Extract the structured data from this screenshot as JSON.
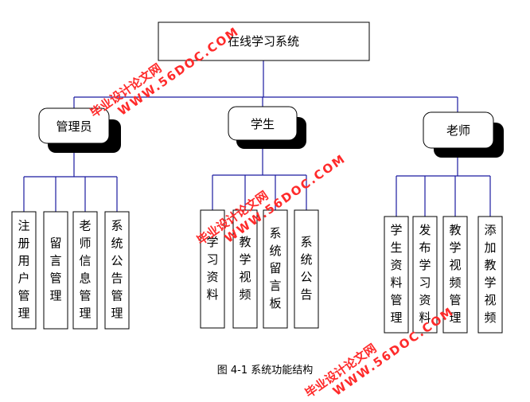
{
  "root": {
    "label": "在线学习系统"
  },
  "branches": [
    {
      "label": "管理员",
      "children": [
        "注册用户管理",
        "留言管理",
        "老师信息管理",
        "系统公告管理"
      ]
    },
    {
      "label": "学生",
      "children": [
        "学习资料",
        "教学视频",
        "系统留言板",
        "系统公告"
      ]
    },
    {
      "label": "老师",
      "children": [
        "学生资料管理",
        "发布学习资料",
        "教学视频管理",
        "添加教学视频"
      ]
    }
  ],
  "caption": "图 4-1  系统功能结构",
  "watermarks": [
    {
      "cn": "毕业设计论文网",
      "url": "WWW.56DOC.COM"
    },
    {
      "cn": "毕业设计论文网",
      "url": "WWW.56DOC.COM"
    },
    {
      "cn": "毕业设计论文网",
      "url": "WWW.56DOC.COM"
    }
  ],
  "colors": {
    "connector": "#1a1aa0",
    "box_border": "#000000",
    "shadow": "#000000",
    "watermark": "#ff2a2a"
  }
}
